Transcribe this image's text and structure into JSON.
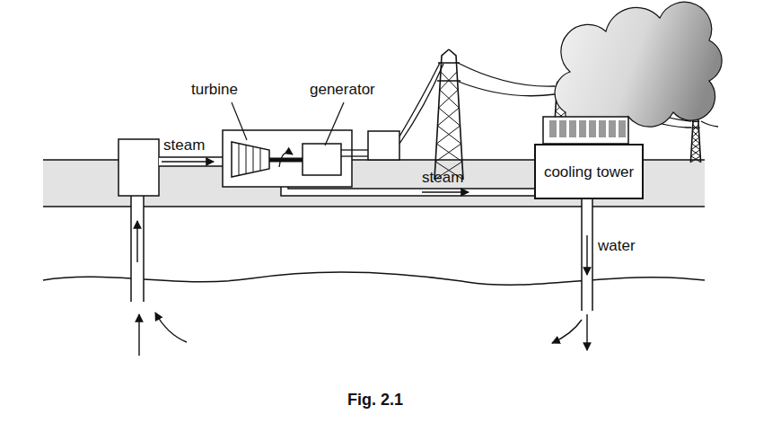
{
  "diagram": {
    "caption": "Fig. 2.1",
    "nodes": [
      {
        "text": [
          "cooling tower"
        ]
      }
    ],
    "labels": [
      "turbine",
      "generator",
      "steam",
      "steam",
      "water"
    ]
  }
}
